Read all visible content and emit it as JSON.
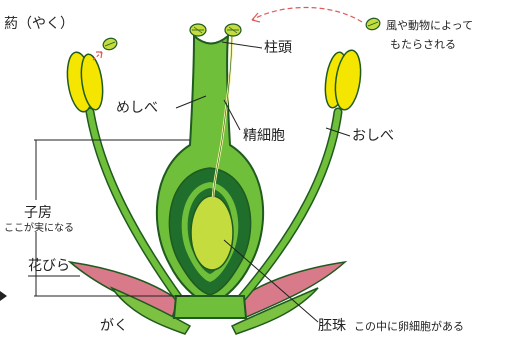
{
  "labels": {
    "anther": "葯（やく）",
    "stigma": "柱頭",
    "pistil": "めしべ",
    "sperm_nucleus": "精細胞",
    "stamen": "おしべ",
    "ovary": "子房",
    "ovary_note": "ここが実になる",
    "petal": "花びら",
    "sepal": "がく",
    "ovule": "胚珠",
    "ovule_note": "この中に卵細胞がある",
    "pollination_note_1": "風や動物によって",
    "pollination_note_2": "もたらされる"
  },
  "colors": {
    "pistil_green": "#6fbf3a",
    "outline": "#1f5a1f",
    "ovary_dark": "#1f6e2c",
    "ovule": "#c4dc3e",
    "anther_yellow": "#f4e600",
    "petal_pink": "#d97a8b",
    "sepal_green": "#7cc142",
    "arrow_red": "#e05a5a"
  }
}
